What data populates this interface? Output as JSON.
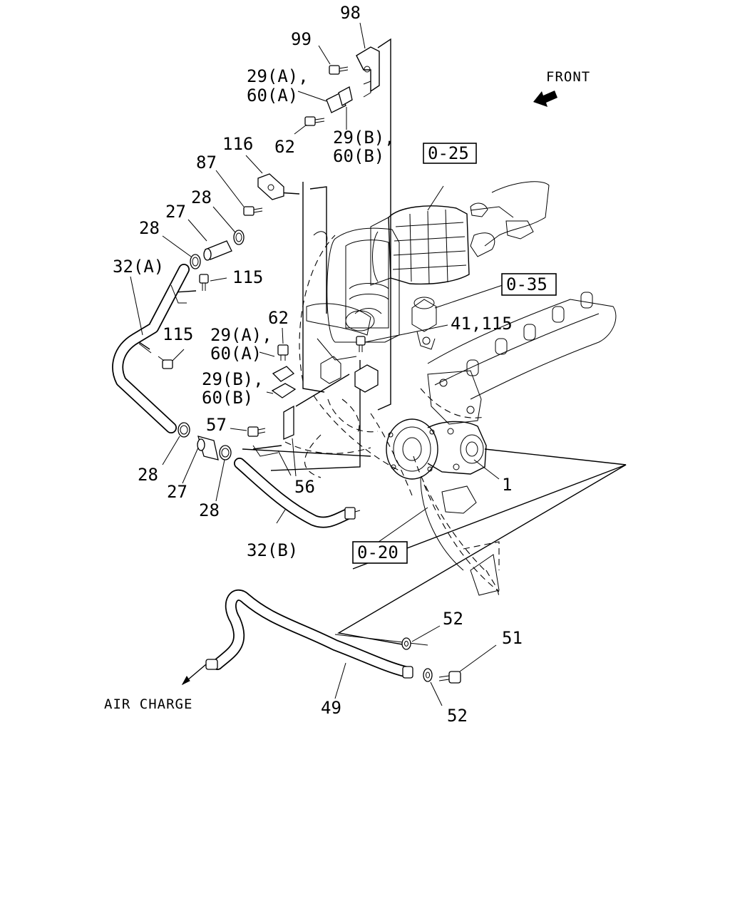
{
  "diagram": {
    "direction_label": "FRONT",
    "outlet_label": "AIR CHARGE",
    "ref_boxes": {
      "r025": "0-25",
      "r035": "0-35",
      "r020": "0-20"
    },
    "callouts": {
      "p98": "98",
      "p99": "99",
      "p29a_top": "29(A),",
      "p60a_top": "60(A)",
      "p62_top": "62",
      "p29b_top": "29(B),",
      "p60b_top": "60(B)",
      "p116": "116",
      "p87": "87",
      "p28_upper_r": "28",
      "p27_upper": "27",
      "p28_upper_l": "28",
      "p32a": "32(A)",
      "p115_upper": "115",
      "p115_lower": "115",
      "p62_mid": "62",
      "p29a_mid": "29(A),",
      "p60a_mid": "60(A)",
      "p29b_mid": "29(B),",
      "p60b_mid": "60(B)",
      "p57": "57",
      "p41_115": "41,115",
      "p1": "1",
      "p28_lower_l": "28",
      "p27_lower": "27",
      "p28_lower_r": "28",
      "p56": "56",
      "p32b": "32(B)",
      "p52_upper": "52",
      "p51": "51",
      "p49": "49",
      "p52_lower": "52"
    }
  }
}
